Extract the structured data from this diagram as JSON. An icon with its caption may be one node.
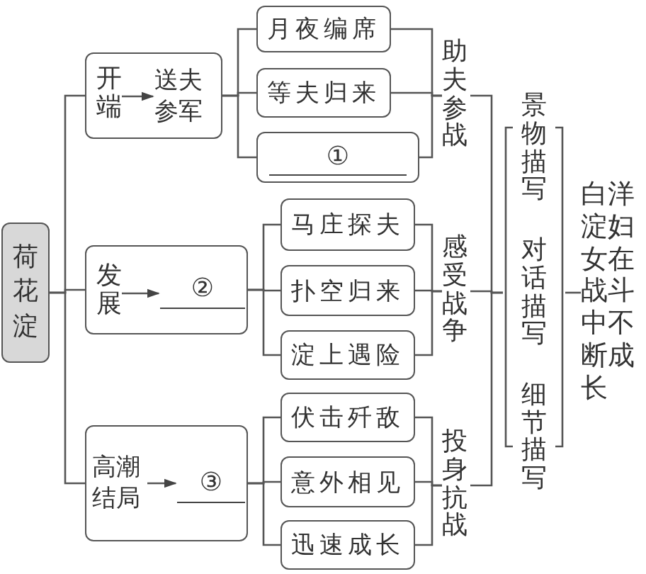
{
  "diagram": {
    "nodes": [
      {
        "text": [
          "荷花淀"
        ]
      },
      {
        "text": [],
        "shape": "box"
      },
      {
        "text": [
          "开端"
        ],
        "in": 1
      },
      {
        "text": [
          "送夫参军"
        ],
        "in": 1
      },
      {
        "text": [
          "月夜编席"
        ]
      },
      {
        "text": [
          "等夫归来"
        ]
      },
      {
        "text": [
          "①"
        ]
      },
      {
        "text": [
          "助夫参战"
        ]
      },
      {
        "text": [],
        "shape": "box"
      },
      {
        "text": [
          "发展"
        ],
        "in": 8
      },
      {
        "text": [
          "②"
        ],
        "in": 8
      },
      {
        "text": [
          "马庄探夫"
        ]
      },
      {
        "text": [
          "扑空归来"
        ]
      },
      {
        "text": [
          "淀上遇险"
        ]
      },
      {
        "text": [
          "感受战争"
        ]
      },
      {
        "text": [],
        "shape": "box"
      },
      {
        "text": [
          "高潮结局"
        ],
        "in": 15
      },
      {
        "text": [
          "③"
        ],
        "in": 15
      },
      {
        "text": [
          "伏击歼敌"
        ]
      },
      {
        "text": [
          "意外相见"
        ]
      },
      {
        "text": [
          "迅速成长"
        ]
      },
      {
        "text": [
          "投身抗战"
        ]
      },
      {
        "text": [
          "景物描写",
          "对话描写",
          "细节描写"
        ]
      },
      {
        "text": [
          "白洋淀妇女在战斗中不断成长"
        ]
      }
    ],
    "edges": [
      {
        "from": 0,
        "to": 1,
        "arrow": "none"
      },
      {
        "from": 0,
        "to": 8,
        "arrow": "none"
      },
      {
        "from": 0,
        "to": 15,
        "arrow": "none"
      },
      {
        "from": 2,
        "to": 3,
        "arrow": "to"
      },
      {
        "from": 1,
        "to": 4,
        "arrow": "none"
      },
      {
        "from": 1,
        "to": 5,
        "arrow": "none"
      },
      {
        "from": 1,
        "to": 6,
        "arrow": "none"
      },
      {
        "from": 4,
        "to": 7,
        "arrow": "none"
      },
      {
        "from": 5,
        "to": 7,
        "arrow": "none"
      },
      {
        "from": 6,
        "to": 7,
        "arrow": "none"
      },
      {
        "from": 9,
        "to": 10,
        "arrow": "to"
      },
      {
        "from": 8,
        "to": 11,
        "arrow": "none"
      },
      {
        "from": 8,
        "to": 12,
        "arrow": "none"
      },
      {
        "from": 8,
        "to": 13,
        "arrow": "none"
      },
      {
        "from": 11,
        "to": 14,
        "arrow": "none"
      },
      {
        "from": 12,
        "to": 14,
        "arrow": "none"
      },
      {
        "from": 13,
        "to": 14,
        "arrow": "none"
      },
      {
        "from": 16,
        "to": 17,
        "arrow": "to"
      },
      {
        "from": 15,
        "to": 18,
        "arrow": "none"
      },
      {
        "from": 15,
        "to": 19,
        "arrow": "none"
      },
      {
        "from": 15,
        "to": 20,
        "arrow": "none"
      },
      {
        "from": 18,
        "to": 21,
        "arrow": "none"
      },
      {
        "from": 19,
        "to": 21,
        "arrow": "none"
      },
      {
        "from": 20,
        "to": 21,
        "arrow": "none"
      },
      {
        "from": 7,
        "to": 22,
        "arrow": "none"
      },
      {
        "from": 14,
        "to": 22,
        "arrow": "none"
      },
      {
        "from": 21,
        "to": 22,
        "arrow": "none"
      },
      {
        "from": 22,
        "to": 23,
        "arrow": "none"
      }
    ]
  }
}
